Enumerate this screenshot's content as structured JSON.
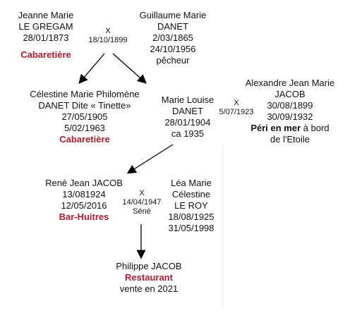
{
  "colors": {
    "text": "#111111",
    "accent": "#b01c2e",
    "line": "#000000"
  },
  "jeanne": {
    "l1": "Jeanne Marie",
    "l2": "LE GREGAM",
    "l3": "28/01/1873",
    "job": "Cabaretière"
  },
  "guillaume": {
    "l1": "Guillaume Marie",
    "l2": "DANET",
    "l3": "2/03/1865",
    "l4": "24/10/1956",
    "l5": "pêcheur"
  },
  "marriage1": {
    "x": "X",
    "date": "18/10/1899"
  },
  "celestine": {
    "l1": "Célestine Marie Philomène",
    "l2": "DANET Dite « Tinette»",
    "l3": "27/05/1905",
    "l4": "5/02/1963",
    "job": "Cabaretière"
  },
  "marie": {
    "l1": "Marie Louise",
    "l2": "DANET",
    "l3": "28/01/1904",
    "l4": "ca 1935"
  },
  "marriage2": {
    "x": "X",
    "date": "5/07/1923"
  },
  "alexandre": {
    "l1": "Alexandre Jean Marie",
    "l2": "JACOB",
    "l3": "30/08/1899",
    "l4": "30/09/1932",
    "l5a": "Péri en mer",
    "l5b": " à bord",
    "l6": "de l'Etoile"
  },
  "rene": {
    "l1": "René Jean JACOB",
    "l2": "13/081924",
    "l3": "12/05/2016",
    "job": "Bar-Huitres"
  },
  "marriage3": {
    "x": "X",
    "date": "14/04/1947",
    "place": "Séné"
  },
  "lea": {
    "l1": "Léa Marie",
    "l2": "Célestine",
    "l3": "LE ROY",
    "l4": "18/08/1925",
    "l5": "31/05/1998"
  },
  "philippe": {
    "l1": "Philippe JACOB",
    "job": "Restaurant",
    "l3": "vente en 2021"
  }
}
